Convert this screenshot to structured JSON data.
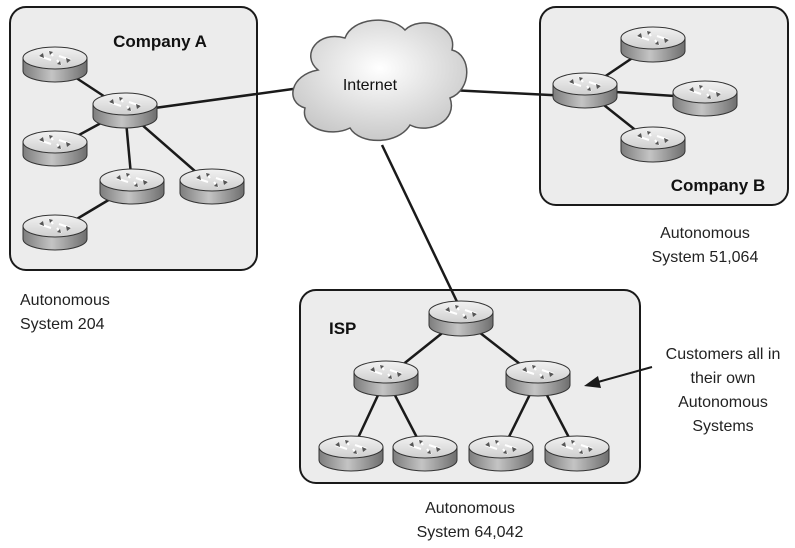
{
  "cloud": {
    "label": "Internet"
  },
  "company_a": {
    "title": "Company A",
    "as_line1": "Autonomous",
    "as_line2": "System 204",
    "router_count": 6
  },
  "company_b": {
    "title": "Company B",
    "as_line1": "Autonomous",
    "as_line2": "System 51,064",
    "router_count": 4
  },
  "isp": {
    "title": "ISP",
    "as_line1": "Autonomous",
    "as_line2": "System 64,042",
    "router_count": 7
  },
  "annotation": {
    "lines": [
      "Customers all in",
      "their own",
      "Autonomous",
      "Systems"
    ]
  },
  "colors": {
    "box_fill": "#ececec",
    "outline": "#1a1a1a",
    "router_top": "#e6e6e6",
    "router_side": "#9a9a9a"
  },
  "icons": {
    "router": "router-icon",
    "cloud": "internet-cloud-icon"
  }
}
